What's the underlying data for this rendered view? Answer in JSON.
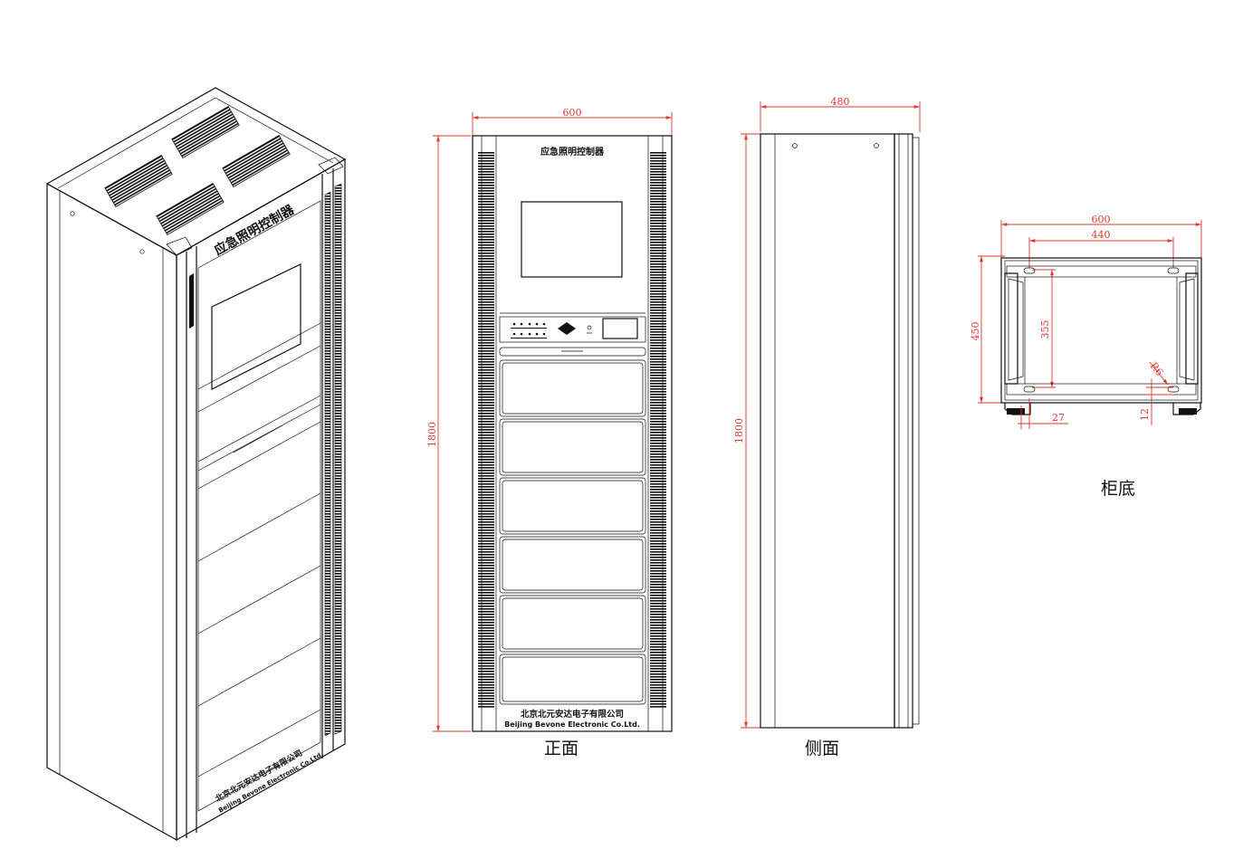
{
  "cabinet": {
    "title": "应急照明控制器",
    "company_cn": "北京北元安达电子有限公司",
    "company_en": "Beijing Bevone Electronic Co.Ltd."
  },
  "front_view": {
    "caption": "正面",
    "width_dim": "600",
    "height_dim": "1800"
  },
  "side_view": {
    "caption": "侧面",
    "depth_dim": "480",
    "height_dim": "1800"
  },
  "base_view": {
    "caption": "柜底",
    "outer_width_dim": "600",
    "hole_spacing_dim": "440",
    "depth_dim": "450",
    "inner_depth_dim": "355",
    "radius_dim": "R6",
    "foot_dim": "27",
    "foot_height_dim": "12"
  },
  "colors": {
    "line": "#111111",
    "dimension": "#e0362c"
  }
}
